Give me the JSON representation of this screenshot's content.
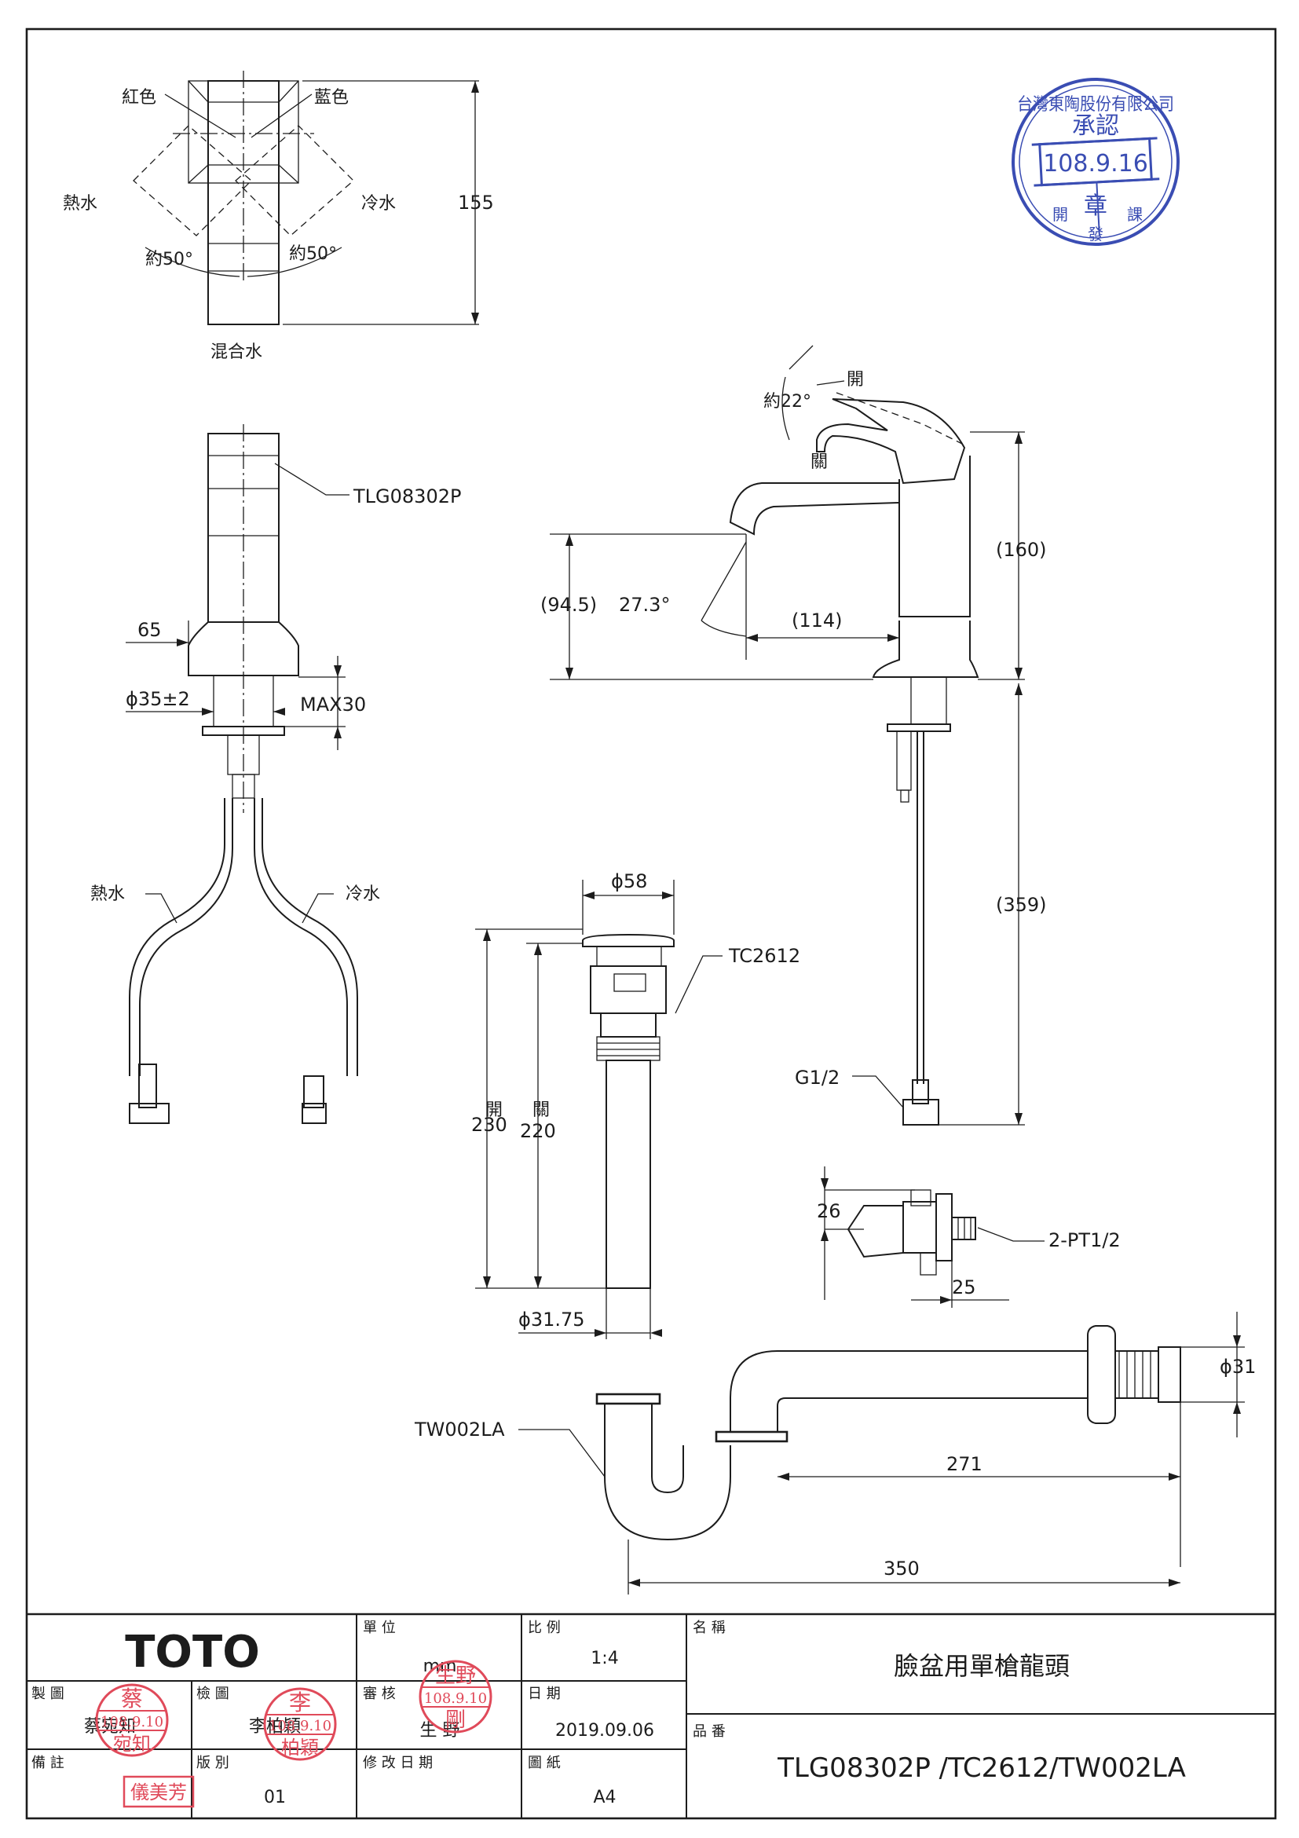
{
  "handle_view": {
    "red": "紅色",
    "blue": "藍色",
    "hot": "熱水",
    "cold": "冷水",
    "angle_left": "約50°",
    "angle_right": "約50°",
    "mixed": "混合水",
    "height": "155"
  },
  "front_view": {
    "model": "TLG08302P",
    "width": "65",
    "hole": "ϕ35±2",
    "max": "MAX30",
    "hot": "熱水",
    "cold": "冷水"
  },
  "side_view": {
    "open": "開",
    "angle": "約22°",
    "close": "關",
    "height_top": "(160)",
    "spout_height": "(94.5)",
    "spout_angle": "27.3°",
    "reach": "(114)",
    "hose_length": "(359)",
    "thread": "G1/2"
  },
  "drain": {
    "diameter_top": "ϕ58",
    "model": "TC2612",
    "open_label": "開",
    "open_value": "230",
    "close_label": "關",
    "close_value": "220",
    "diameter_bottom": "ϕ31.75"
  },
  "valve": {
    "height": "26",
    "thread": "2-PT1/2",
    "length": "25"
  },
  "trap": {
    "model": "TW002LA",
    "diameter": "ϕ31",
    "length_outlet": "271",
    "length_total": "350"
  },
  "title_block": {
    "brand": "TOTO",
    "unit_label": "單 位",
    "unit_value": "mm",
    "scale_label": "比 例",
    "scale_value": "1:4",
    "name_label": "名 稱",
    "name_value": "臉盆用單槍龍頭",
    "drawn_label": "製 圖",
    "drawn_value": "蔡宛知",
    "checked_label": "檢 圖",
    "checked_value": "李柏穎",
    "approved_label": "審 核",
    "approved_value": "生 野",
    "date_label": "日 期",
    "date_value": "2019.09.06",
    "part_label": "品 番",
    "part_value": "TLG08302P /TC2612/TW002LA",
    "remarks_label": "備 註",
    "version_label": "版 別",
    "version_value": "01",
    "revision_label": "修 改 日 期",
    "paper_label": "圖 紙",
    "paper_value": "A4"
  },
  "stamps": {
    "approval": {
      "company": "台灣東陶股份有限公司",
      "title": "承認",
      "date": "108.9.16",
      "seal": "章",
      "dept_left": "開",
      "dept_center": "發",
      "dept_right": "課"
    },
    "drawn_seal": [
      "蔡",
      "108.9.10",
      "宛知"
    ],
    "checked_seal": [
      "李",
      "108.9.10",
      "柏穎"
    ],
    "approved_seal": [
      "生野",
      "108.9.10",
      "剛"
    ],
    "remark_seal": "儀美芳"
  },
  "colors": {
    "ink": "#1c1c1c",
    "stamp_blue": "#3a4db3",
    "stamp_red": "#e04a5a"
  }
}
